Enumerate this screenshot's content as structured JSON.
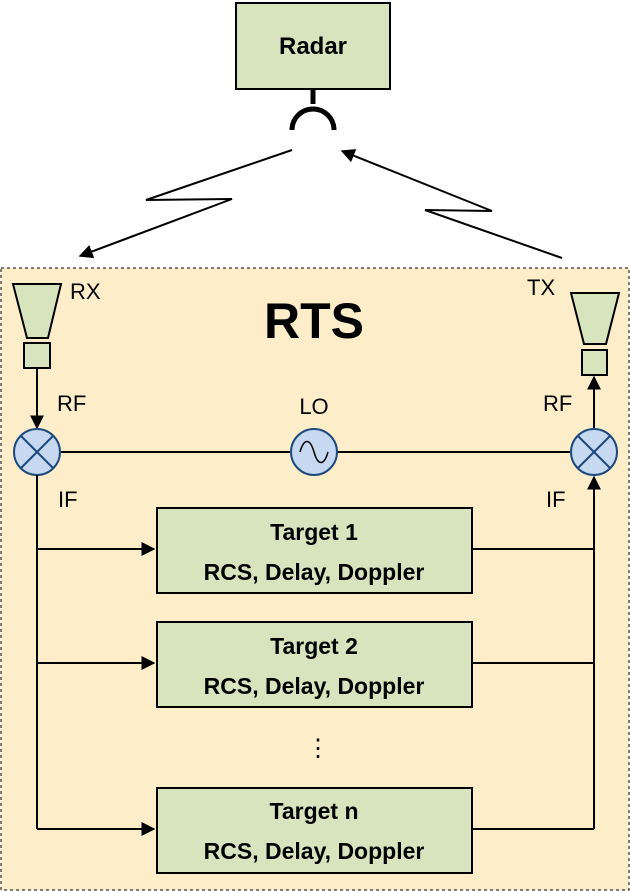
{
  "radar": {
    "label": "Radar"
  },
  "rts": {
    "title": "RTS"
  },
  "labels": {
    "rx": "RX",
    "tx": "TX",
    "rf_left": "RF",
    "rf_right": "RF",
    "lo": "LO",
    "if_left": "IF",
    "if_right": "IF",
    "ellipsis": "⋮"
  },
  "targets": [
    {
      "name": "Target 1",
      "params": "RCS, Delay, Doppler"
    },
    {
      "name": "Target 2",
      "params": "RCS, Delay, Doppler"
    },
    {
      "name": "Target n",
      "params": "RCS, Delay, Doppler"
    }
  ],
  "colors": {
    "box_fill": "#d7e4bd",
    "box_stroke": "#000000",
    "rts_fill": "#fdeec9",
    "mixer_fill": "#c6d9f1",
    "mixer_stroke": "#1f497d"
  }
}
